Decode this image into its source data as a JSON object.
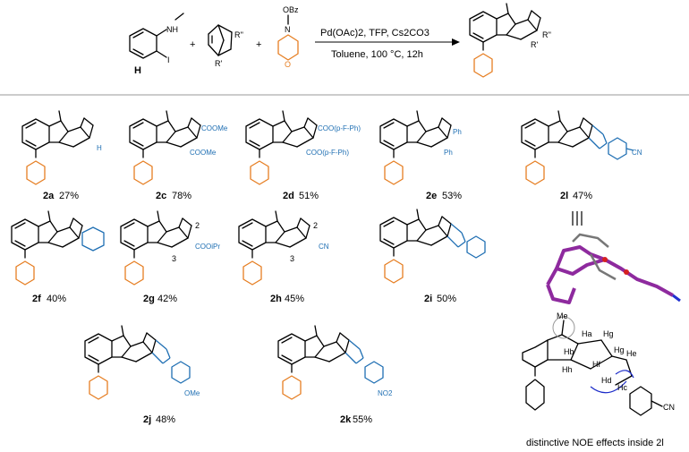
{
  "scheme": {
    "reagent_line1": "Pd(OAc)2, TFP, Cs2CO3",
    "reagent_line2": "Toluene, 100 °C, 12h",
    "sm_label_NH": "NH",
    "sm_label_I": "I",
    "sm_label_H": "H",
    "sm_label_OBz": "OBz",
    "sm_label_N": "N",
    "sm_label_O": "O",
    "sm_label_R1": "R'",
    "sm_label_R2": "R''",
    "plus": "+"
  },
  "compounds": [
    {
      "id": "2a",
      "yield": "27%",
      "sub": "H"
    },
    {
      "id": "2c",
      "yield": "78%",
      "sub1": "COOMe",
      "sub2": "COOMe"
    },
    {
      "id": "2d",
      "yield": "51%",
      "sub1": "COO(p-F-Ph)",
      "sub2": "COO(p-F-Ph)"
    },
    {
      "id": "2e",
      "yield": "53%",
      "sub1": "Ph",
      "sub2": "Ph"
    },
    {
      "id": "2l",
      "yield": "47%",
      "sub": "CN"
    },
    {
      "id": "2f",
      "yield": "40%"
    },
    {
      "id": "2g",
      "yield": "42%",
      "sub": "COOiPr",
      "n1": "2",
      "n2": "3"
    },
    {
      "id": "2h",
      "yield": "45%",
      "sub": "CN",
      "n1": "2",
      "n2": "3"
    },
    {
      "id": "2i",
      "yield": "50%"
    },
    {
      "id": "2j",
      "yield": "48%",
      "sub": "OMe"
    },
    {
      "id": "2k",
      "yield": "55%",
      "sub": "NO2"
    }
  ],
  "noe": {
    "caption": "distinctive NOE effects inside 2l",
    "labels": [
      "Ha",
      "Hg",
      "Hg",
      "He",
      "Hb",
      "Hf",
      "Hh",
      "Hd",
      "Hc",
      "Me"
    ]
  },
  "colors": {
    "morpholine": "#e67e22",
    "substituent": "#1f6fb3",
    "xray": "#8e2a9e"
  }
}
